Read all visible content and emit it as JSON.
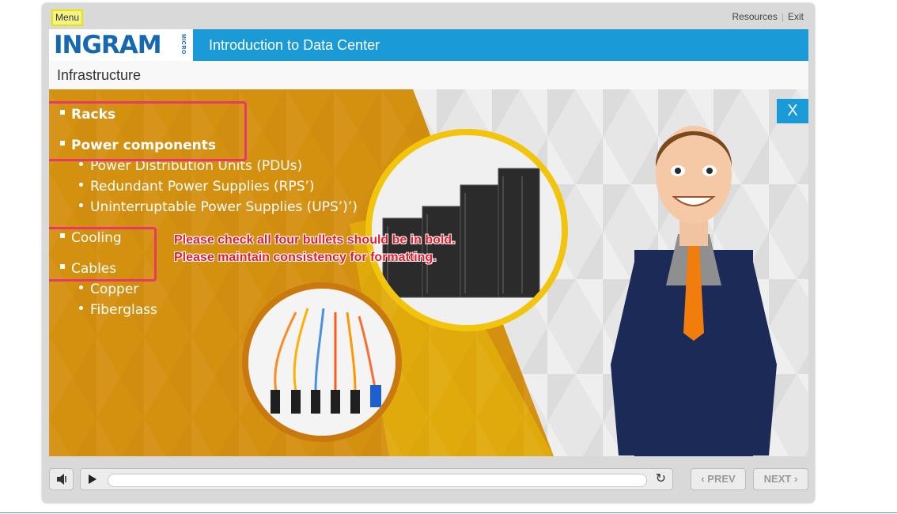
{
  "player": {
    "menu_label": "Menu",
    "resources_label": "Resources",
    "separator": "|",
    "exit_label": "Exit",
    "logo_text": "INGRAM",
    "logo_micro": "MICRO",
    "course_title": "Introduction to Data Center",
    "section_title": "Infrastructure"
  },
  "slide": {
    "bullets": [
      {
        "text": "Racks",
        "bold": true
      },
      {
        "text": "Power components",
        "bold": true
      },
      {
        "text": "Power Distribution Units (PDUs)",
        "level": 2
      },
      {
        "text": "Redundant Power Supplies (RPS’)",
        "level": 2
      },
      {
        "text": "Uninterruptable Power Supplies (UPS’)’)",
        "level": 2
      },
      {
        "text": "Cooling",
        "bold": false
      },
      {
        "text": "Cables",
        "bold": false
      },
      {
        "text": "Copper",
        "level": 2
      },
      {
        "text": "Fiberglass",
        "level": 2
      }
    ],
    "close_label": "X",
    "review_note": {
      "line1": "Please check all four bullets should be in bold.",
      "line2": "Please maintain consistency for formatting."
    }
  },
  "controls": {
    "prev_label": "PREV",
    "next_label": "NEXT",
    "prev_arrow": "‹",
    "next_arrow": "›",
    "replay_icon": "↻",
    "progress": 0
  },
  "colors": {
    "header_blue": "#1a9ad6",
    "logo_blue": "#1668b3",
    "orange_bg": "#d4900f",
    "highlight_pink": "#e8386a",
    "note_red": "#e61c2c"
  }
}
